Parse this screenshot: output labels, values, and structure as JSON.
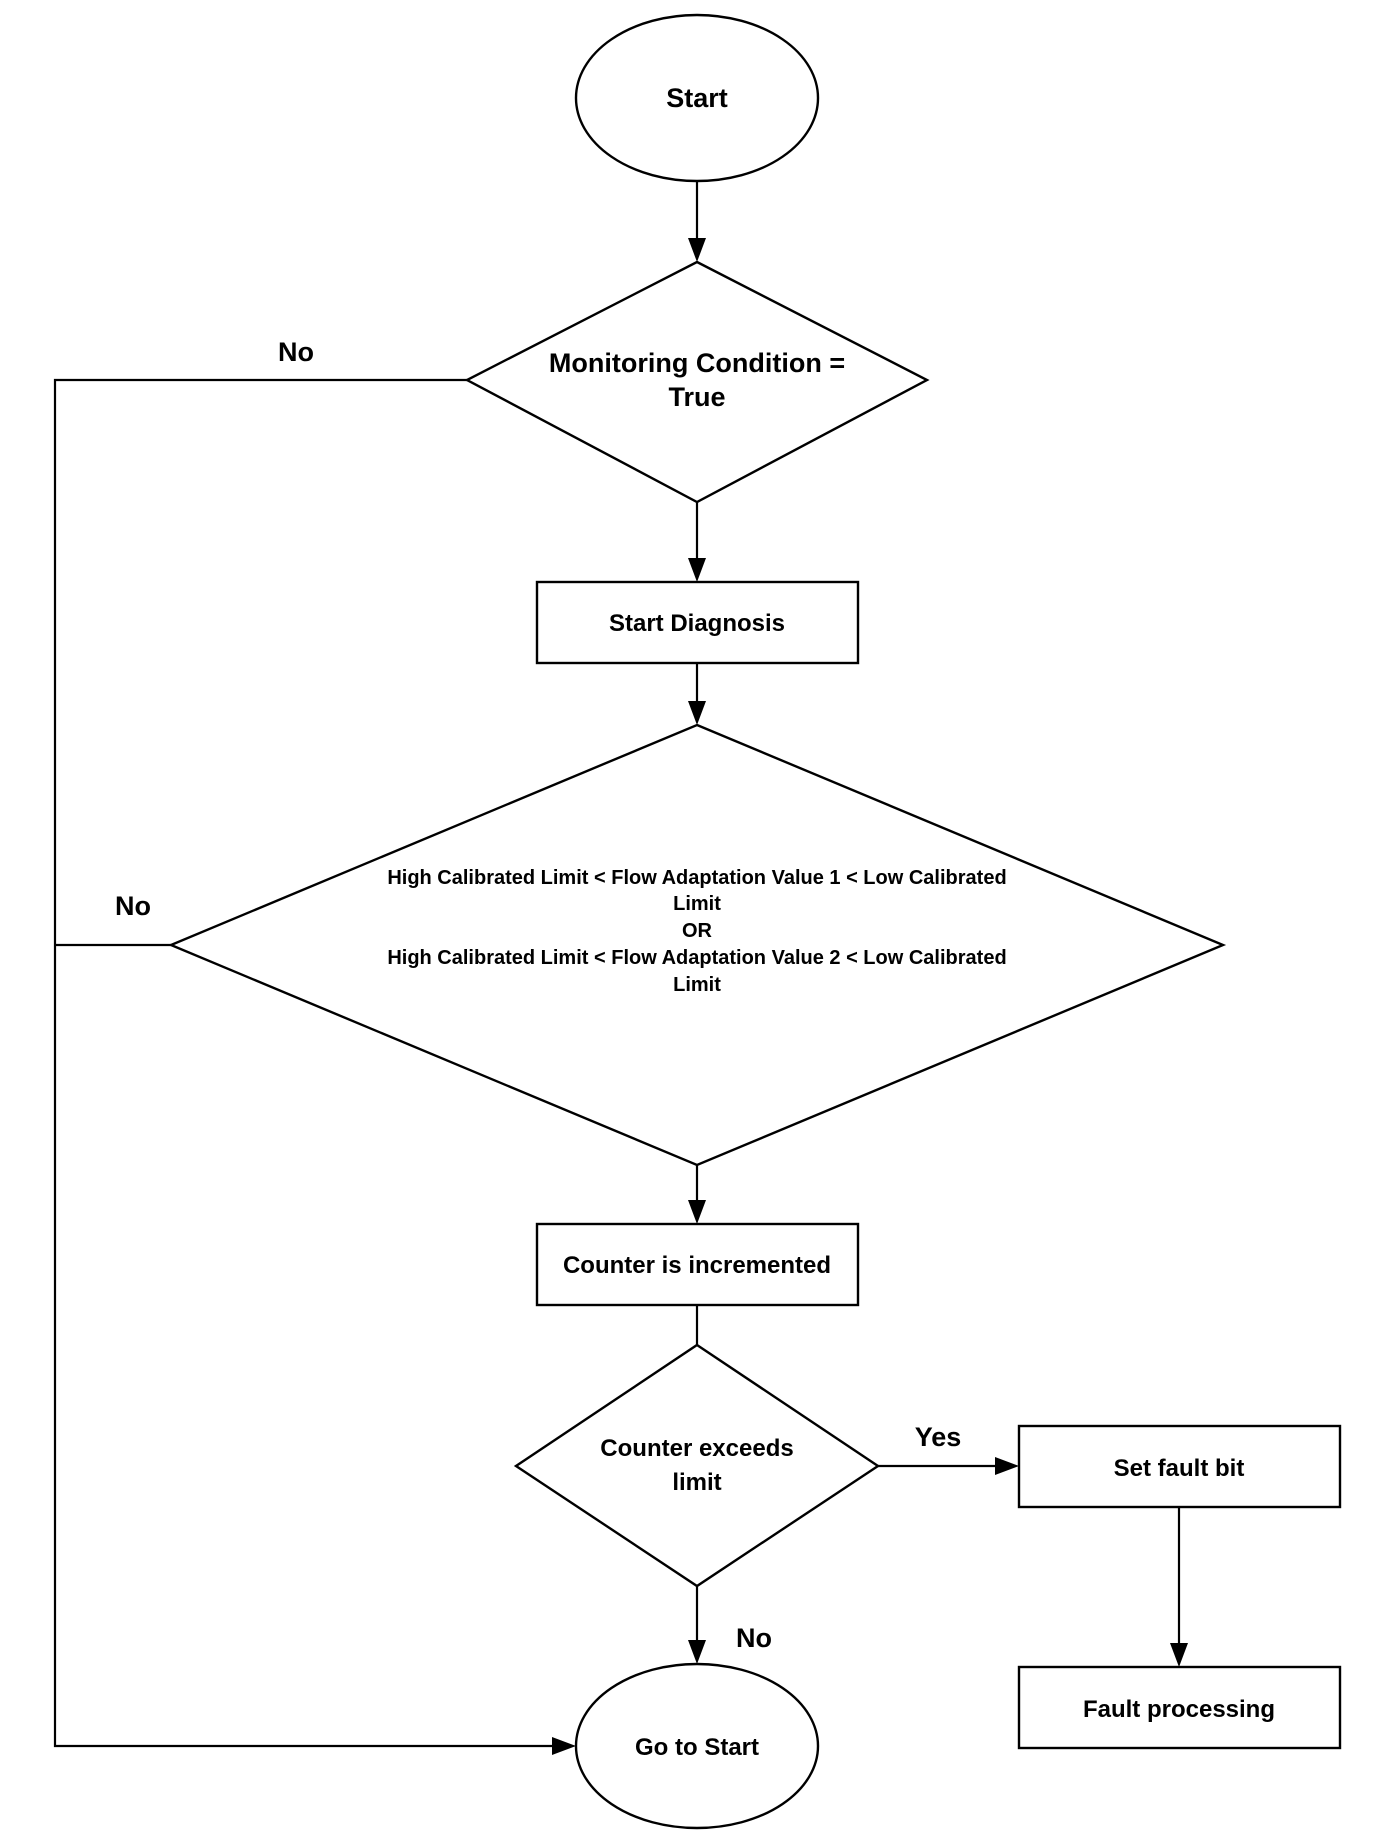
{
  "nodes": {
    "start": "Start",
    "monitoring": [
      "Monitoring Condition =",
      "True"
    ],
    "start_diagnosis": "Start Diagnosis",
    "flow_check": [
      "High Calibrated Limit < Flow Adaptation Value 1 < Low Calibrated",
      "Limit",
      "OR",
      "High Calibrated Limit < Flow Adaptation Value 2 < Low Calibrated",
      "Limit"
    ],
    "counter_incremented": "Counter is incremented",
    "counter_exceeds": [
      "Counter exceeds",
      "limit"
    ],
    "set_fault_bit": "Set fault bit",
    "fault_processing": "Fault processing",
    "go_to_start": "Go to Start"
  },
  "edges": {
    "no_monitoring": "No",
    "no_flow": "No",
    "yes_counter": "Yes",
    "no_counter": "No"
  },
  "colors": {
    "stroke": "#000000",
    "fill": "#ffffff"
  }
}
